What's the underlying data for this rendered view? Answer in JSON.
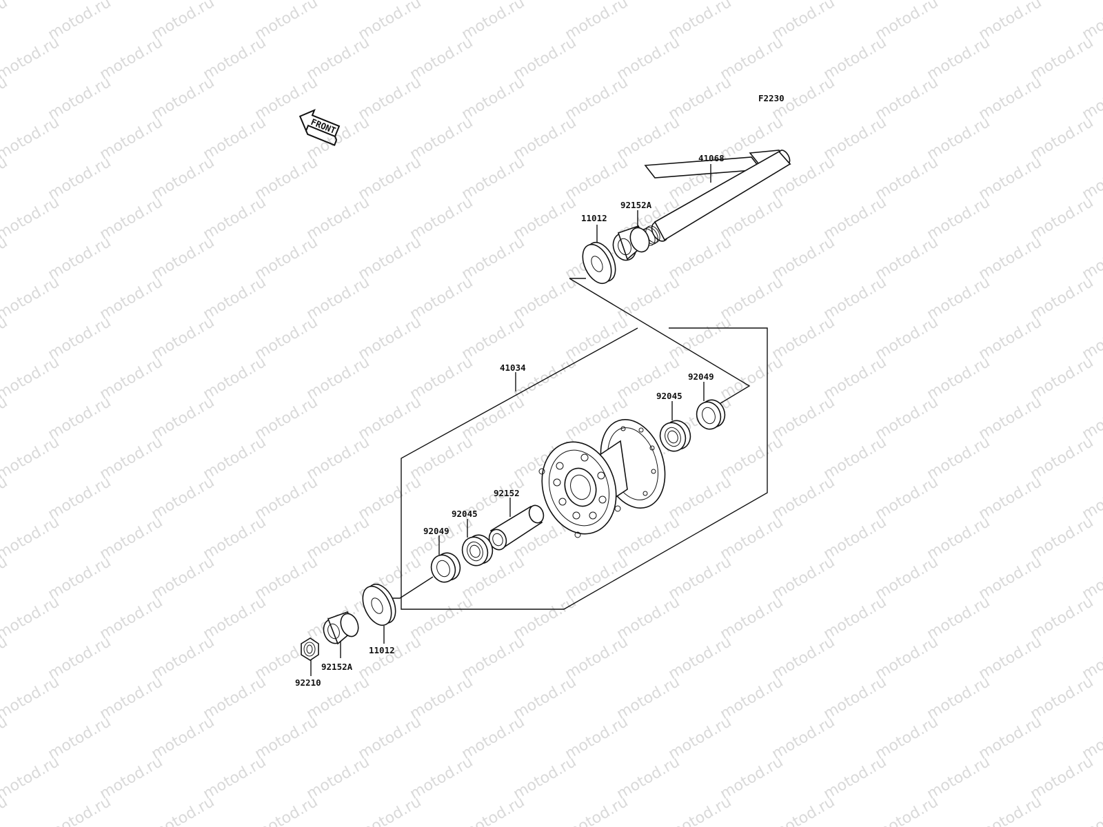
{
  "drawing": {
    "code": "F2230",
    "front_arrow_text": "FRONT",
    "watermark": "motod.ru"
  },
  "parts": {
    "axle": "41068",
    "collar_right": "92152A",
    "seal_right": "11012",
    "hub": "41034",
    "seal_bearing_right": "92049",
    "bearing_right": "92045",
    "spacer": "92152",
    "bearing_left": "92045",
    "seal_bearing_left": "92049",
    "seal_left": "11012",
    "collar_left": "92152A",
    "nut": "92210"
  }
}
